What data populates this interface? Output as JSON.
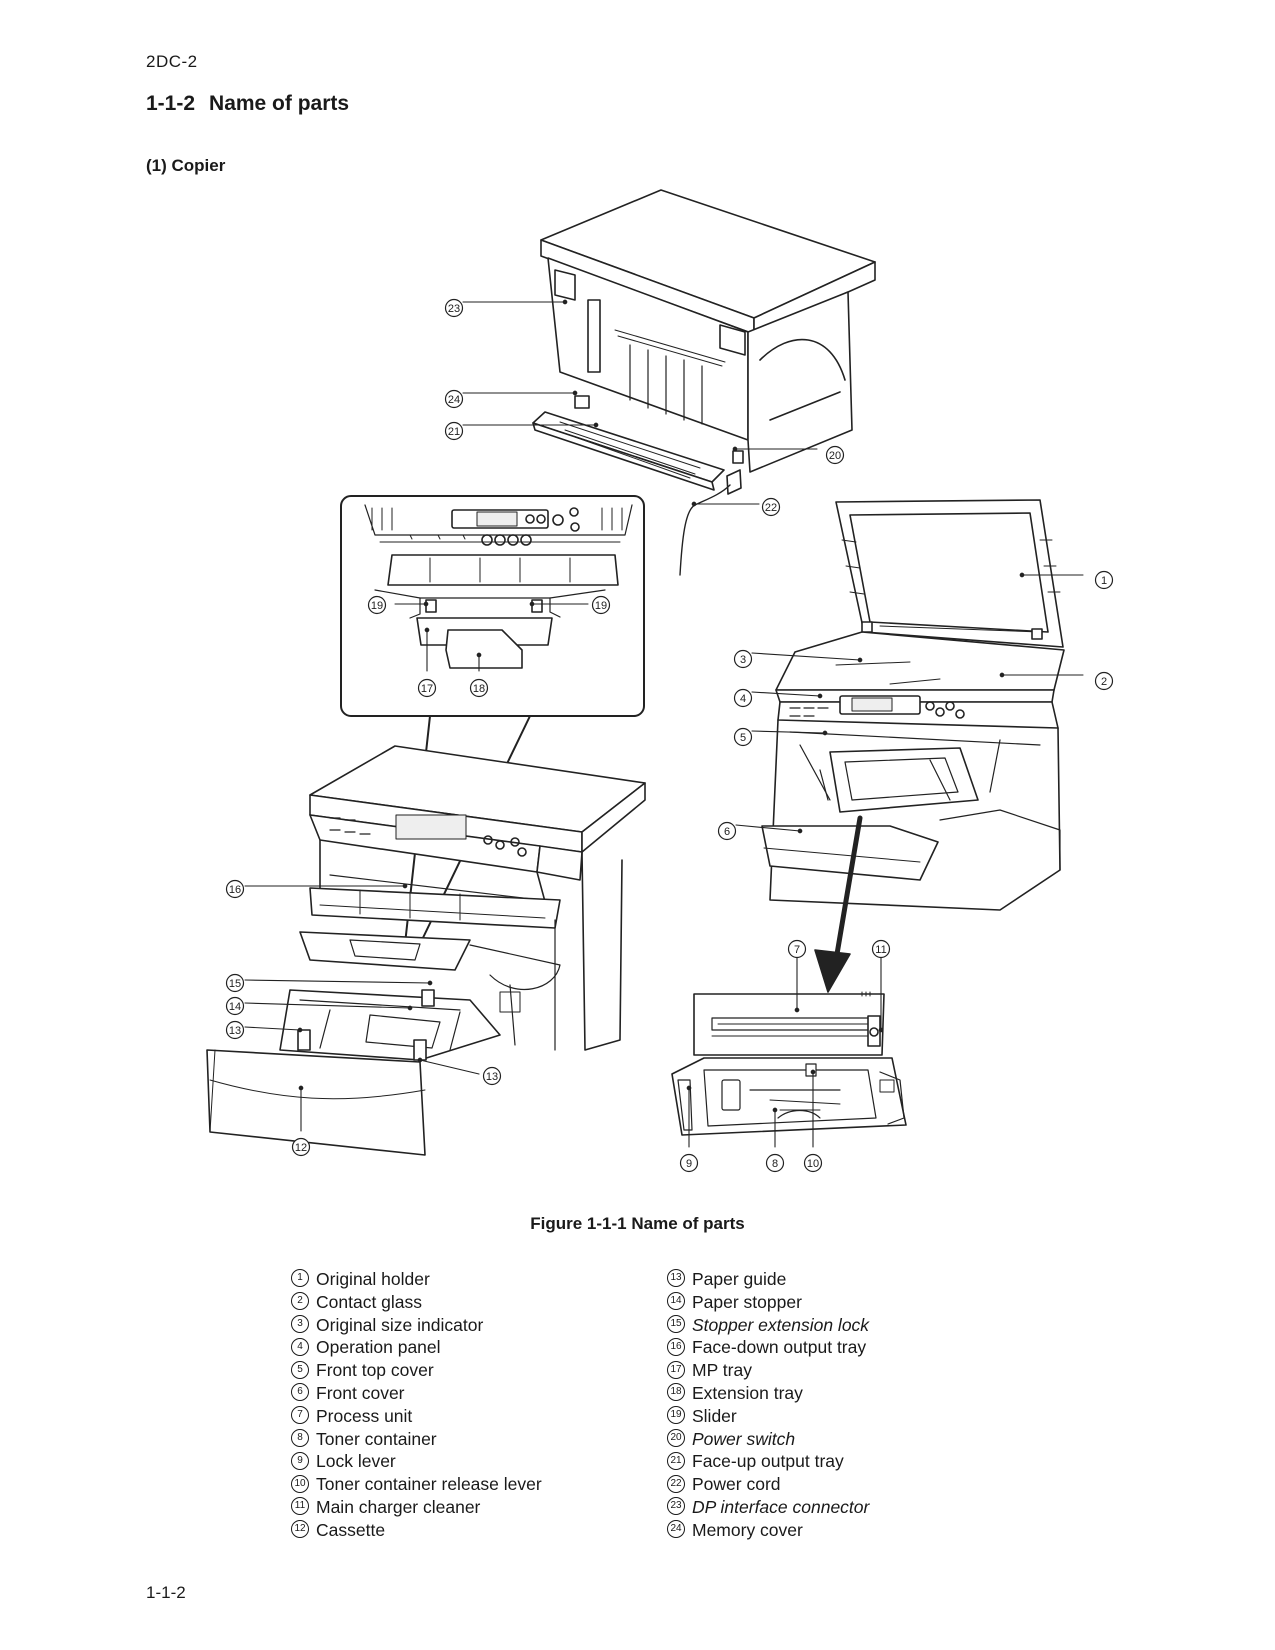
{
  "header": {
    "doc_code": "2DC-2"
  },
  "section": {
    "number": "1-1-2",
    "title": "Name of parts"
  },
  "subsection": {
    "title": "(1)  Copier"
  },
  "figure": {
    "caption": "Figure 1-1-1 Name of parts"
  },
  "parts_left": [
    {
      "num": "1",
      "label": "Original holder",
      "italic": false
    },
    {
      "num": "2",
      "label": "Contact glass",
      "italic": false
    },
    {
      "num": "3",
      "label": "Original size indicator",
      "italic": false
    },
    {
      "num": "4",
      "label": "Operation panel",
      "italic": false
    },
    {
      "num": "5",
      "label": "Front top cover",
      "italic": false
    },
    {
      "num": "6",
      "label": "Front cover",
      "italic": false
    },
    {
      "num": "7",
      "label": "Process unit",
      "italic": false
    },
    {
      "num": "8",
      "label": "Toner container",
      "italic": false
    },
    {
      "num": "9",
      "label": "Lock lever",
      "italic": false
    },
    {
      "num": "10",
      "label": "Toner container release lever",
      "italic": false
    },
    {
      "num": "11",
      "label": "Main charger cleaner",
      "italic": false
    },
    {
      "num": "12",
      "label": "Cassette",
      "italic": false
    }
  ],
  "parts_right": [
    {
      "num": "13",
      "label": "Paper guide",
      "italic": false
    },
    {
      "num": "14",
      "label": "Paper stopper",
      "italic": false
    },
    {
      "num": "15",
      "label": "Stopper extension lock",
      "italic": true
    },
    {
      "num": "16",
      "label": "Face-down output tray",
      "italic": false
    },
    {
      "num": "17",
      "label": "MP tray",
      "italic": false
    },
    {
      "num": "18",
      "label": "Extension tray",
      "italic": false
    },
    {
      "num": "19",
      "label": "Slider",
      "italic": false
    },
    {
      "num": "20",
      "label": "Power switch",
      "italic": true
    },
    {
      "num": "21",
      "label": "Face-up output tray",
      "italic": false
    },
    {
      "num": "22",
      "label": "Power cord",
      "italic": false
    },
    {
      "num": "23",
      "label": "DP interface connector",
      "italic": true
    },
    {
      "num": "24",
      "label": "Memory cover",
      "italic": false
    }
  ],
  "footer": {
    "page_number": "1-1-2"
  }
}
